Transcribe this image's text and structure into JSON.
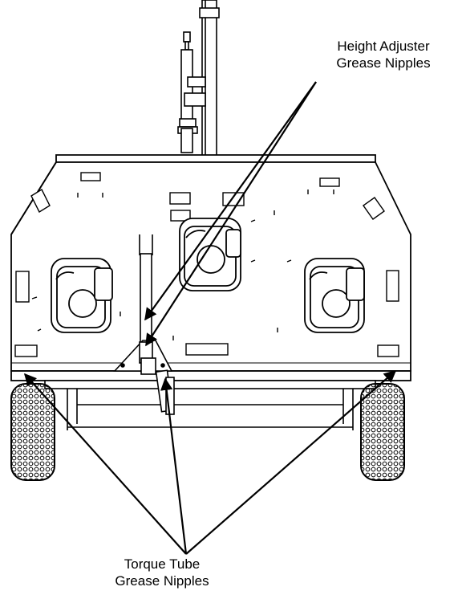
{
  "labels": {
    "height_adjuster": [
      "Height Adjuster",
      "Grease Nipples"
    ],
    "torque_tube": [
      "Torque Tube",
      "Grease Nipples"
    ]
  },
  "colors": {
    "line": "#000000",
    "background": "#ffffff"
  }
}
